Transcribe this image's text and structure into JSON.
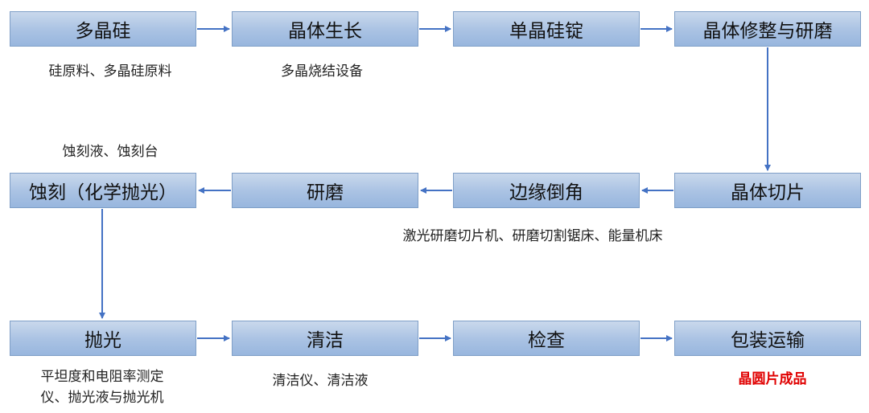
{
  "steps": {
    "polysilicon": "多晶硅",
    "crystal_growth": "晶体生长",
    "mono_ingot": "单晶硅锭",
    "trim_grind": "晶体修整与研磨",
    "slicing": "晶体切片",
    "edge_chamfer": "边缘倒角",
    "lapping": "研磨",
    "etching": "蚀刻（化学抛光）",
    "polishing": "抛光",
    "cleaning": "清洁",
    "inspection": "检查",
    "packaging": "包装运输"
  },
  "notes": {
    "raw_materials": "硅原料、多晶硅原料",
    "sintering_equipment": "多晶烧结设备",
    "etch_supplies": "蚀刻液、蚀刻台",
    "cutting_machines": "激光研磨切片机、研磨切割锯床、能量机床",
    "polish_line1": "平坦度和电阻率测定",
    "polish_line2": "仪、抛光液与抛光机",
    "cleaning_supplies": "清洁仪、清洁液",
    "final_product": "晶圆片成品"
  },
  "colors": {
    "box_fill": "#a9c2e3",
    "box_border": "#7f9fc7",
    "arrow": "#4472c4",
    "final_product": "#e00000"
  }
}
